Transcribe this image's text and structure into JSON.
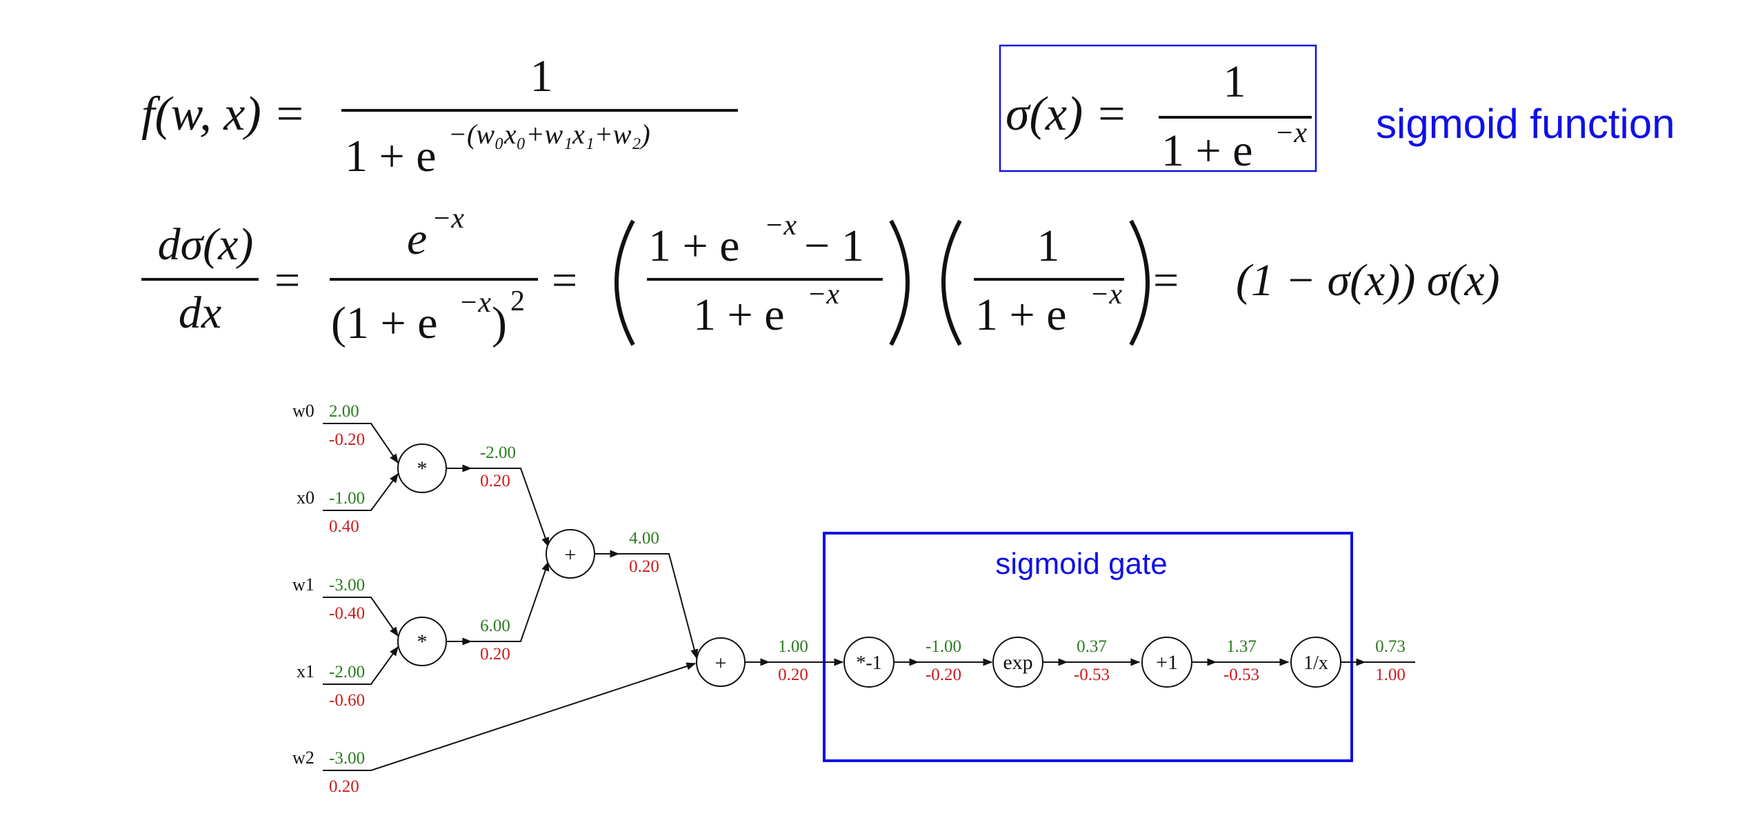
{
  "formulas": {
    "f_lhs": "f(w, x) =",
    "f_num": "1",
    "f_den_base": "1 + e",
    "f_den_exp": "−(w₀x₀+w₁x₁+w₂)",
    "sigma_lhs": "σ(x) =",
    "sigma_num": "1",
    "sigma_den_base": "1 + e",
    "sigma_den_exp": "−x",
    "sigmoid_label": "sigmoid function",
    "deriv_lhs_num": "dσ(x)",
    "deriv_lhs_den": "dx",
    "t1_num_base": "e",
    "t1_num_exp": "−x",
    "t1_den": "(1 + e",
    "t1_den_exp": "−x",
    "t1_den_close": ")",
    "t1_den_sq": "2",
    "t2_num": "1 + e",
    "t2_num_exp": "−x",
    "t2_num_tail": "− 1",
    "t2_den": "1 + e",
    "t2_den_exp": "−x",
    "t3_num": "1",
    "t3_den": "1 + e",
    "t3_den_exp": "−x",
    "result": "(1 − σ(x)) σ(x)",
    "eq": "="
  },
  "graph": {
    "sigmoid_gate_label": "sigmoid gate",
    "inputs": [
      {
        "name": "w0",
        "forward": "2.00",
        "grad": "-0.20"
      },
      {
        "name": "x0",
        "forward": "-1.00",
        "grad": "0.40"
      },
      {
        "name": "w1",
        "forward": "-3.00",
        "grad": "-0.40"
      },
      {
        "name": "x1",
        "forward": "-2.00",
        "grad": "-0.60"
      },
      {
        "name": "w2",
        "forward": "-3.00",
        "grad": "0.20"
      }
    ],
    "nodes": [
      {
        "id": "mul0",
        "op": "*"
      },
      {
        "id": "mul1",
        "op": "*"
      },
      {
        "id": "add0",
        "op": "+"
      },
      {
        "id": "add1",
        "op": "+"
      },
      {
        "id": "neg",
        "op": "*-1"
      },
      {
        "id": "exp",
        "op": "exp"
      },
      {
        "id": "plus1",
        "op": "+1"
      },
      {
        "id": "recip",
        "op": "1/x"
      }
    ],
    "edges": [
      {
        "id": "mul0_out",
        "forward": "-2.00",
        "grad": "0.20"
      },
      {
        "id": "mul1_out",
        "forward": "6.00",
        "grad": "0.20"
      },
      {
        "id": "add0_out",
        "forward": "4.00",
        "grad": "0.20"
      },
      {
        "id": "add1_out",
        "forward": "1.00",
        "grad": "0.20"
      },
      {
        "id": "neg_out",
        "forward": "-1.00",
        "grad": "-0.20"
      },
      {
        "id": "exp_out",
        "forward": "0.37",
        "grad": "-0.53"
      },
      {
        "id": "plus1_out",
        "forward": "1.37",
        "grad": "-0.53"
      },
      {
        "id": "recip_out",
        "forward": "0.73",
        "grad": "1.00"
      }
    ]
  },
  "colors": {
    "forward": "#2a7a1e",
    "gradient": "#cc1a1a",
    "highlight": "#1010e6"
  }
}
